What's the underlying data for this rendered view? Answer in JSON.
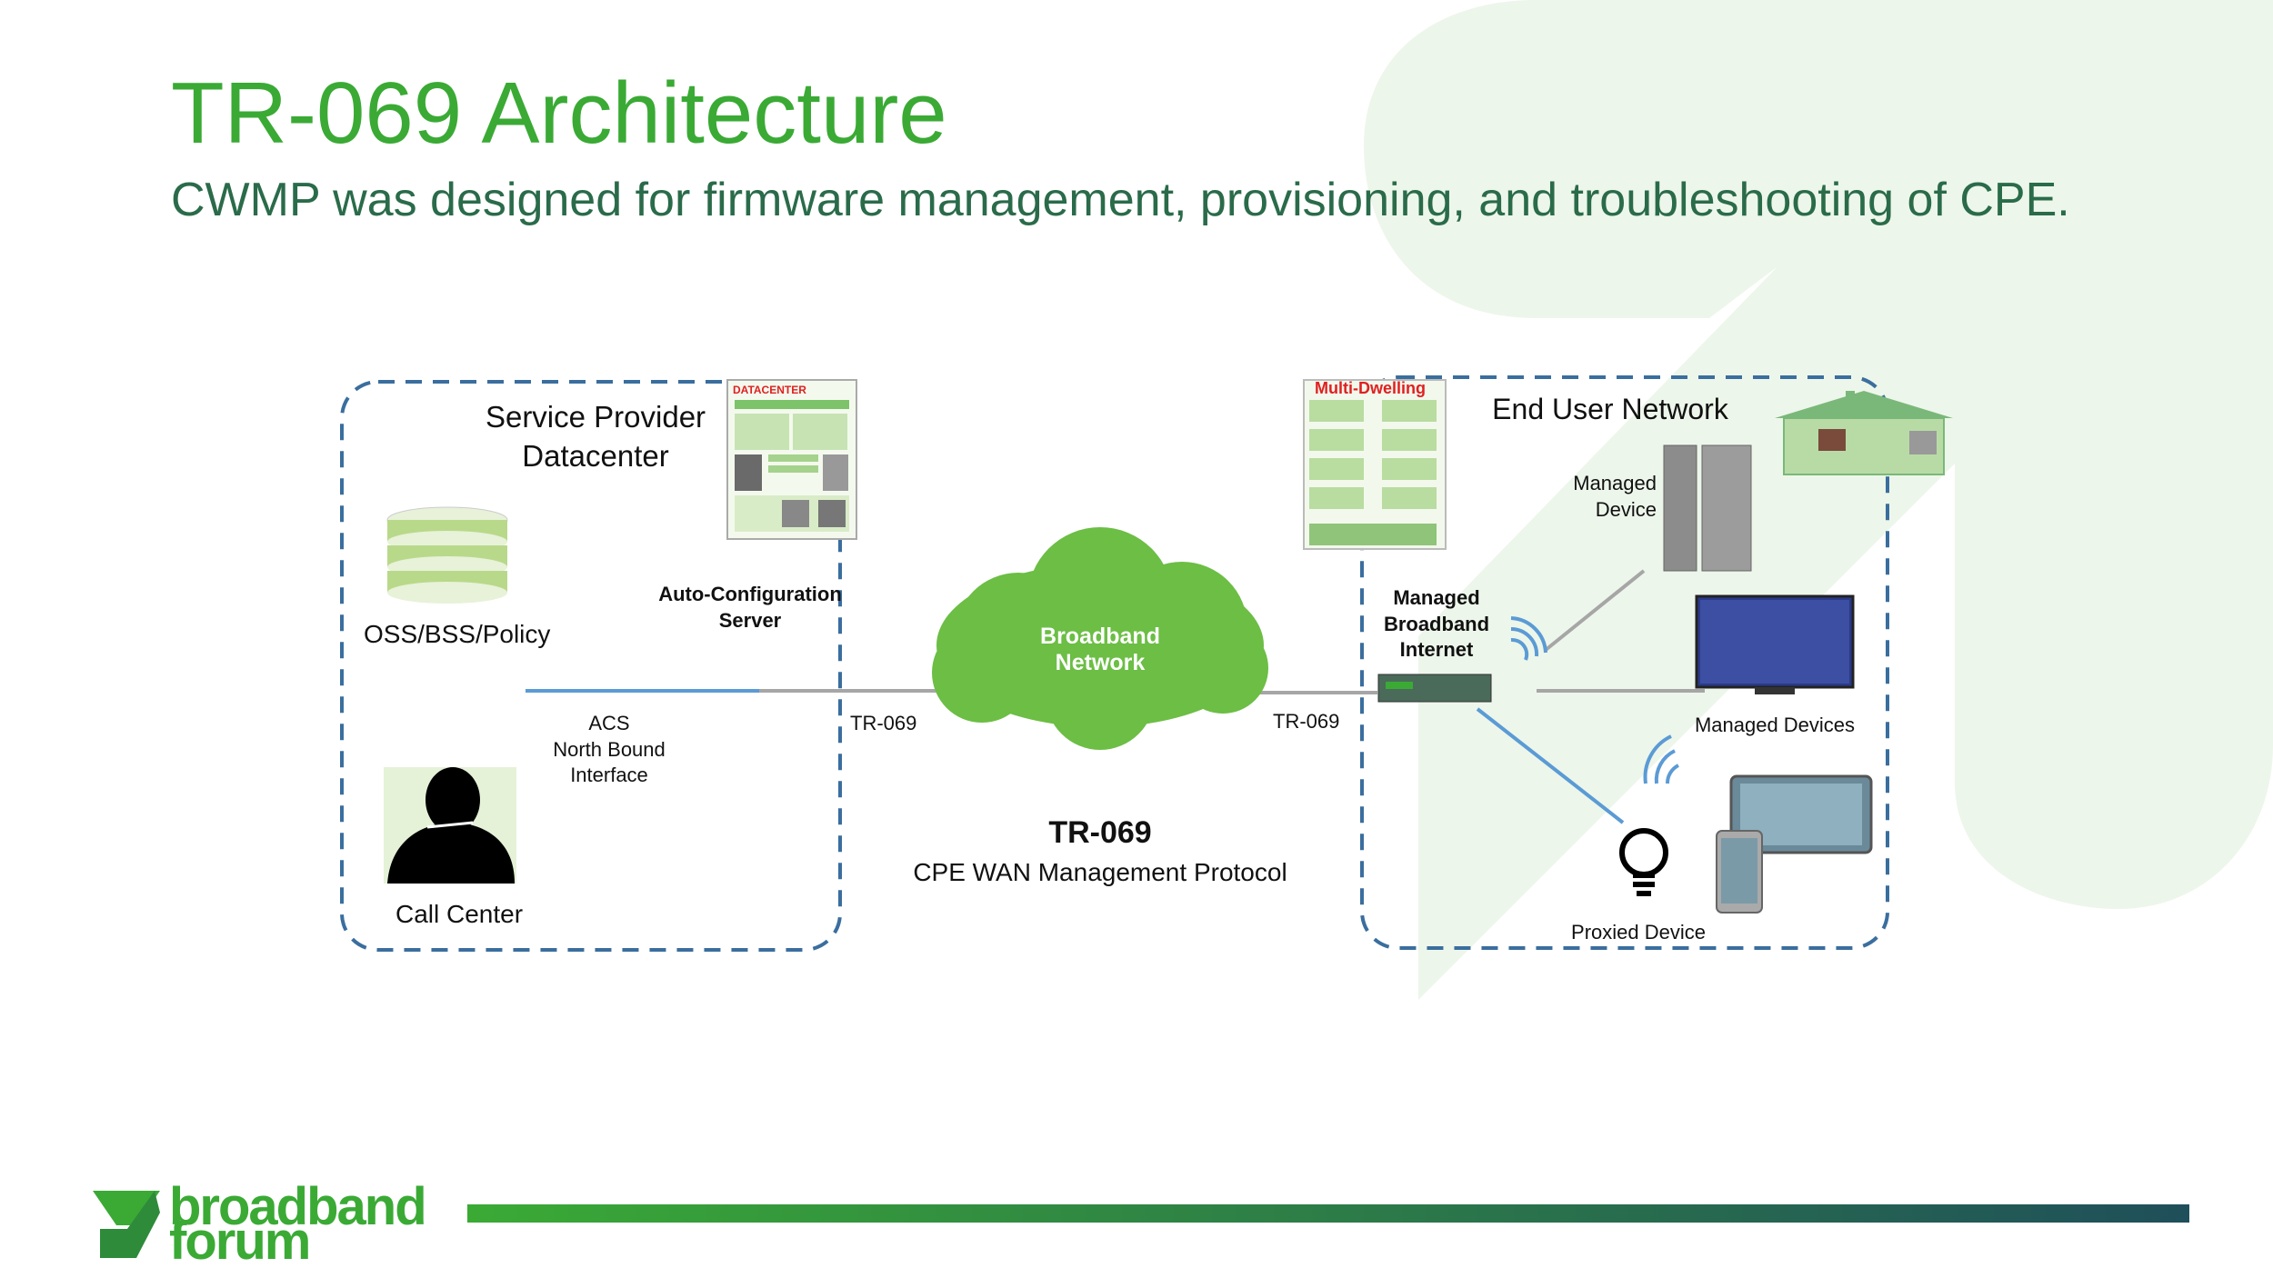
{
  "title": "TR-069 Architecture",
  "subtitle": "CWMP was designed for firmware management, provisioning, and troubleshooting of CPE.",
  "colors": {
    "accent_green": "#3aaa35",
    "dark_green": "#2a6b4a",
    "dash_blue": "#3a6e9e",
    "line_blue": "#5b9bd5",
    "bg_shape": "#eef6ec"
  },
  "diagram": {
    "service_provider_title": "Service Provider\nDatacenter",
    "datacenter_badge": "DATACENTER",
    "oss_label": "OSS/BSS/Policy",
    "acs_label": "Auto-Configuration\nServer",
    "call_center_label": "Call Center",
    "acs_nbi_label": "ACS\nNorth Bound\nInterface",
    "tr069_left": "TR-069",
    "tr069_right": "TR-069",
    "cloud_label": "Broadband\nNetwork",
    "protocol_title": "TR-069",
    "protocol_subtitle": "CPE WAN Management Protocol",
    "multi_dwelling_label": "Multi-Dwelling",
    "end_user_title": "End User Network",
    "managed_device_label": "Managed\nDevice",
    "managed_bb_label": "Managed\nBroadband\nInternet",
    "managed_devices_label": "Managed Devices",
    "proxied_device_label": "Proxied Device"
  },
  "icons": [
    "database-icon",
    "server-rack-icon",
    "headset-person-icon",
    "cloud-icon",
    "building-icon",
    "house-icon",
    "tower-device-icon",
    "router-icon",
    "wifi-icon",
    "tv-icon",
    "tablet-icon",
    "phone-icon",
    "lightbulb-icon",
    "broadband-forum-logo"
  ],
  "footer": {
    "logo_line1": "broadband",
    "logo_line2": "forum"
  }
}
